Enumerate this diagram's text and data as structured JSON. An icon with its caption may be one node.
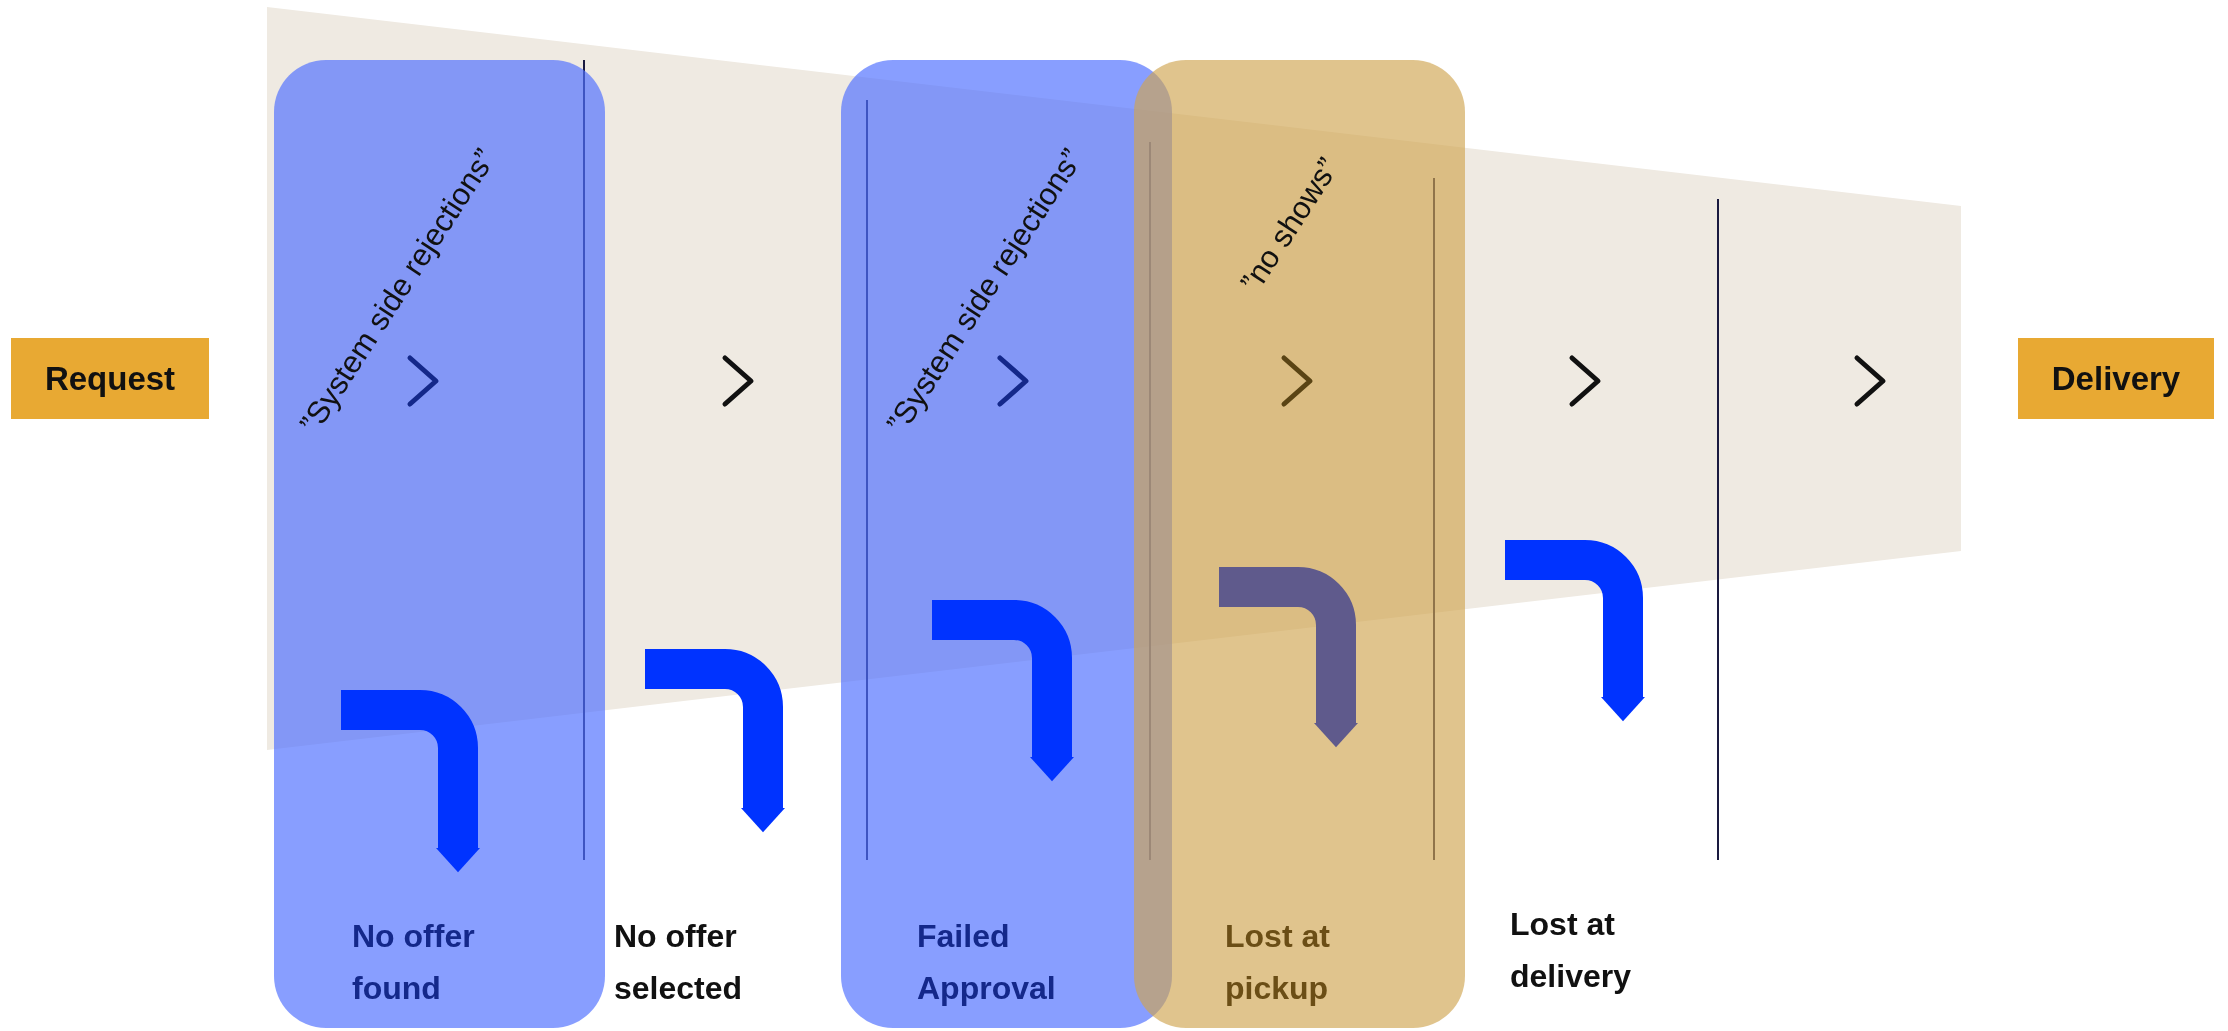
{
  "diagram": {
    "nodes": [
      {
        "text": [
          "Request"
        ]
      },
      {
        "text": [
          "”System side rejections”"
        ]
      },
      {
        "text": [
          "No offer found"
        ],
        "in": 1
      },
      {
        "text": [
          "No offer selected"
        ]
      },
      {
        "text": [
          "”System side rejections”"
        ]
      },
      {
        "text": [
          "Failed Approval"
        ],
        "in": 4
      },
      {
        "text": [
          "”no shows”"
        ]
      },
      {
        "text": [
          "Lost at pickup"
        ],
        "in": 6
      },
      {
        "text": [
          "Lost at delivery"
        ]
      },
      {
        "text": [
          "Delivery"
        ]
      }
    ],
    "edges": [
      {
        "from": null,
        "to": 2,
        "arrow": "to"
      },
      {
        "from": null,
        "to": 3,
        "arrow": "to"
      },
      {
        "from": null,
        "to": 5,
        "arrow": "to"
      },
      {
        "from": null,
        "to": 7,
        "arrow": "to",
        "color": "#5f5a8c"
      },
      {
        "from": null,
        "to": 8,
        "arrow": "to"
      }
    ]
  }
}
